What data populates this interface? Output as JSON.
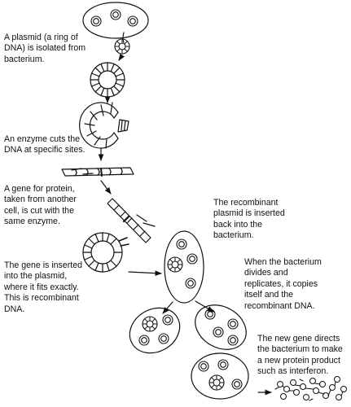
{
  "captions": {
    "step1": "A plasmid (a ring of\nDNA) is isolated from\nbacterium.",
    "step2": "An enzyme cuts the\nDNA at specific sites.",
    "step3": "A gene for protein,\ntaken from another\ncell, is cut with the\nsame enzyme.",
    "step4": "The gene is inserted\ninto the plasmid,\nwhere it fits exactly.\nThis is recombinant\nDNA.",
    "step5": "The recombinant\nplasmid is inserted\nback into the\nbacterium.",
    "step6": "When the bacterium\ndivides and\nreplicates, it copies\nitself and the\nrecombinant DNA.",
    "step7": "The new gene directs\nthe bacterium to make\na new protein product\nsuch as interferon."
  }
}
